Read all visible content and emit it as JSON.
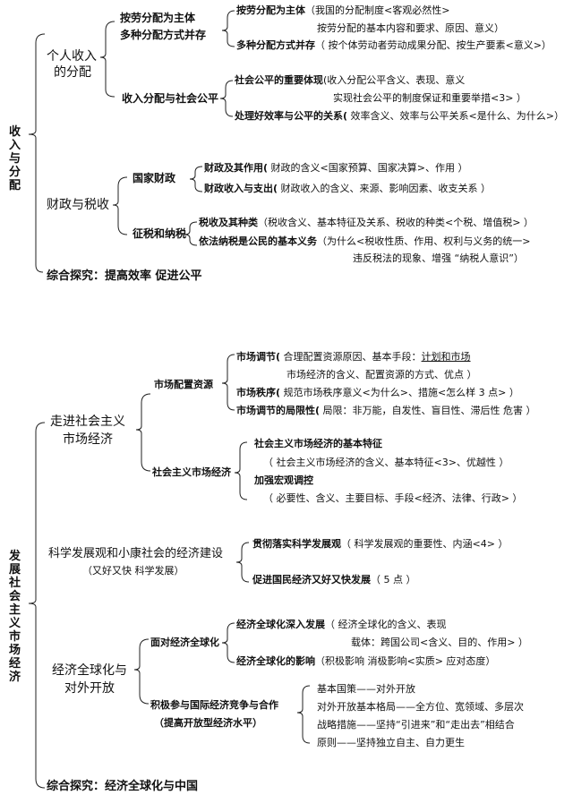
{
  "part1": {
    "title": "收入与分配",
    "b1": {
      "label_l1": "个人收入",
      "label_l2": "的分配",
      "sub1": {
        "label_l1": "按劳分配为主体",
        "label_l2": "多种分配方式并存",
        "item1_head": "按劳分配为主体",
        "item1_rest": "（我国的分配制度<客观必然性>",
        "item1_cont": "按劳分配的基本内容和要求、原因、意义）",
        "item2_head": "多种分配方式并存",
        "item2_rest": "（ 按个体劳动者劳动成果分配、按生产要素<意义>）"
      },
      "sub2": {
        "label": "收入分配与社会公平",
        "item1_head": "社会公平的重要体现",
        "item1_rest": "(收入分配公平含义、表现、意义",
        "item1_cont": "实现社会公平的制度保证和重要举措<3>   ）",
        "item2_head": "处理好效率与公平的关系(",
        "item2_rest": " 效率含义、效率与公平关系<是什么、为什么>）"
      }
    },
    "b2": {
      "label": "财政与税收",
      "sub1": {
        "label": "国家财政",
        "item1_head": "财政及其作用(",
        "item1_rest": " 财政的含义<国家预算、国家决算>、作用 ）",
        "item2_head": "财政收入与支出(",
        "item2_rest": " 财政收入的含义、来源、影响因素、收支关系 ）"
      },
      "sub2": {
        "label": "征税和纳税",
        "item1_head": "税收及其种类",
        "item1_rest": "（税收含义、基本特征及关系、税收的种类<个税、增值税>   ）",
        "item2_head": "依法纳税是公民的基本义务",
        "item2_rest": "（为什么<税收性质、作用、权利与义务的统一>",
        "item2_cont": "违反税法的现象、增强 “纳税人意识”）"
      }
    },
    "summary": "综合探究：提高效率     促进公平"
  },
  "part2": {
    "title": "发展社会主义市场经济",
    "b1": {
      "label_l1": "走进社会主义",
      "label_l2": "市场经济",
      "sub1": {
        "label": "市场配置资源",
        "item1_head": "市场调节(",
        "item1_rest": " 合理配置资源原因、基本手段：",
        "item1_ul": "计划和市场",
        "item1_cont": "市场经济的含义、配置资源的方式、优点         ）",
        "item2_head": "市场秩序(",
        "item2_rest": " 规范市场秩序意义<为什么>、措施<怎么样    3 点>  ）",
        "item3_head": "市场调节的局限性(",
        "item3_rest": " 局限：非万能，自发性、盲目性、滞后性      危害  ）"
      },
      "sub2": {
        "label": "社会主义市场经济",
        "item1_head": "社会主义市场经济的基本特征",
        "item1_cont": "（  社会主义市场经济的含义、基本特征<3>、优越性  ）",
        "item2_head": "加强宏观调控",
        "item2_cont": "（  必要性、含义、主要目标、手段<经济、法律、行政>  ）"
      }
    },
    "b2": {
      "label_l1": "科学发展观和小康社会的经济建设",
      "label_l2": "（又好又快     科学发展）",
      "item1_head": "贯彻落实科学发展观",
      "item1_rest": "（  科学发展观的重要性、内涵<4>  ）",
      "item2_head": "促进国民经济又好又快发展",
      "item2_rest": "（   5 点   ）"
    },
    "b3": {
      "label_l1": "经济全球化与",
      "label_l2": "对外开放",
      "sub1": {
        "label": "面对经济全球化",
        "item1_head": "经济全球化深入发展",
        "item1_rest": "（  经济全球化的含义、表现",
        "item1_cont": "载体：跨国公司<含义、目的、作用>  ）",
        "item2_head": "经济全球化的影响",
        "item2_rest": "（积极影响     消极影响<实质>       应对态度）"
      },
      "sub2": {
        "label_l1": "积极参与国际经济竞争与合作",
        "label_l2": "（提高开放型经济水平）",
        "items": [
          "基本国策——对外开放",
          "对外开放基本格局——全方位、宽领域、多层次",
          "战略措施——坚持“引进来”和“走出去”相结合",
          "原则——坚持独立自主、自力更生"
        ]
      }
    },
    "summary": "综合探究：经济全球化与中国"
  }
}
